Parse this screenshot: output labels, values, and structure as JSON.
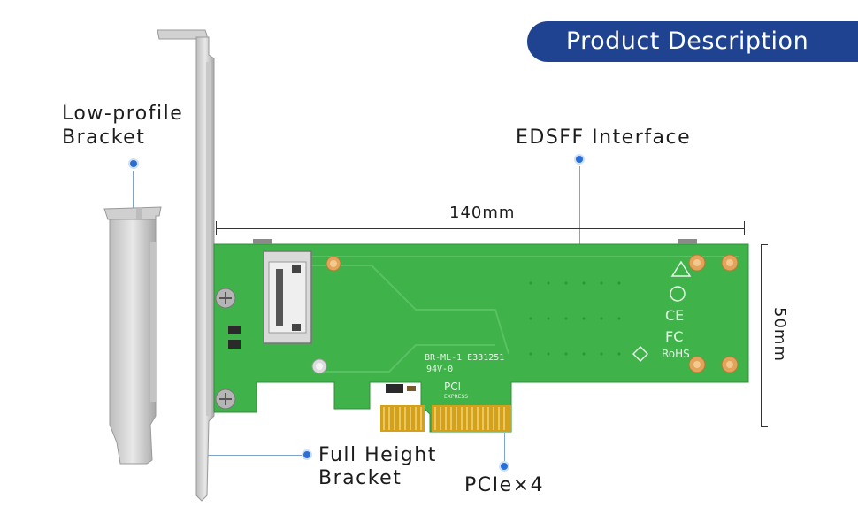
{
  "banner": {
    "title": "Product Description"
  },
  "labels": {
    "low_profile_line1": "Low-profile",
    "low_profile_line2": "Bracket",
    "edsff": "EDSFF Interface",
    "full_height_line1": "Full Height",
    "full_height_line2": "Bracket",
    "pcie": "PCIe×4"
  },
  "dimensions": {
    "length": "140mm",
    "height": "50mm"
  },
  "board_markings": {
    "model_line": "BR-ML-1  E331251",
    "rating_line": "94V-0",
    "pci_logo_top": "PCI",
    "pci_logo_bottom": "EXPRESS",
    "ce_mark": "CE",
    "fc_mark": "FC",
    "rohs_mark": "RoHS"
  },
  "colors": {
    "banner": "#1f4390",
    "pcb": "#3fb24a",
    "gold_fingers": "#d4a21a",
    "bracket": "#d8d8d8",
    "callout_dot": "#2a6fd6"
  }
}
